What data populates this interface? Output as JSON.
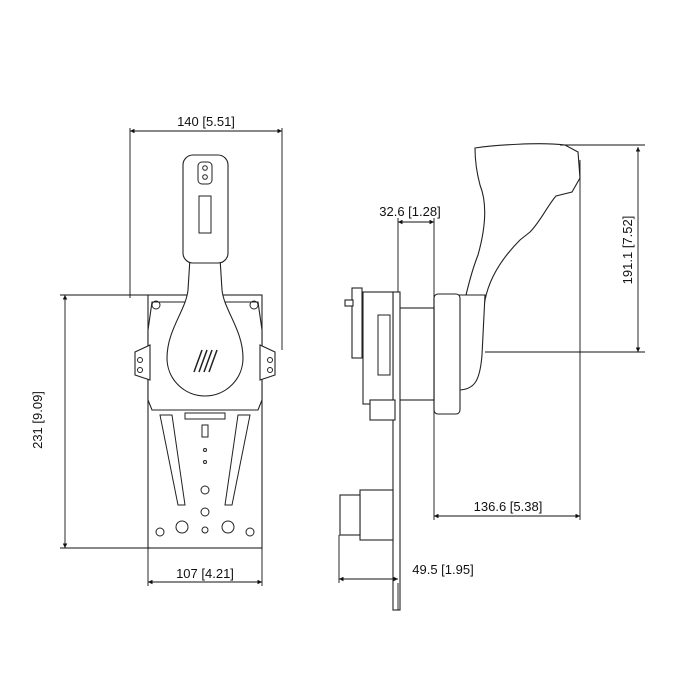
{
  "dimensions": {
    "front_width": "140 [5.51]",
    "front_height": "231 [9.09]",
    "base_width": "107 [4.21]",
    "side_depth_top": "32.6 [1.28]",
    "side_height": "191.1 [7.52]",
    "side_reach": "136.6 [5.38]",
    "side_depth_bottom": "49.5 [1.95]"
  }
}
